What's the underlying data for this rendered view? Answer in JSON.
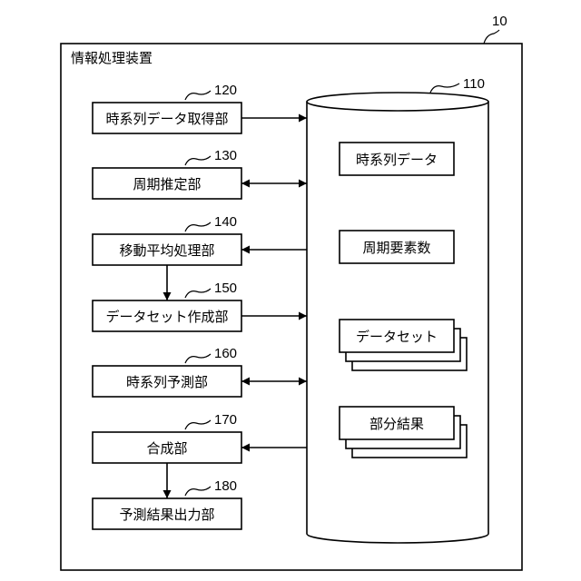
{
  "system": {
    "label": "情報処理装置",
    "ref": "10"
  },
  "units": [
    {
      "label": "時系列データ取得部",
      "ref": "120"
    },
    {
      "label": "周期推定部",
      "ref": "130"
    },
    {
      "label": "移動平均処理部",
      "ref": "140"
    },
    {
      "label": "データセット作成部",
      "ref": "150"
    },
    {
      "label": "時系列予測部",
      "ref": "160"
    },
    {
      "label": "合成部",
      "ref": "170"
    },
    {
      "label": "予測結果出力部",
      "ref": "180"
    }
  ],
  "storage": {
    "ref": "110",
    "items": [
      {
        "label": "時系列データ"
      },
      {
        "label": "周期要素数"
      },
      {
        "label": "データセット"
      },
      {
        "label": "部分結果"
      }
    ]
  }
}
